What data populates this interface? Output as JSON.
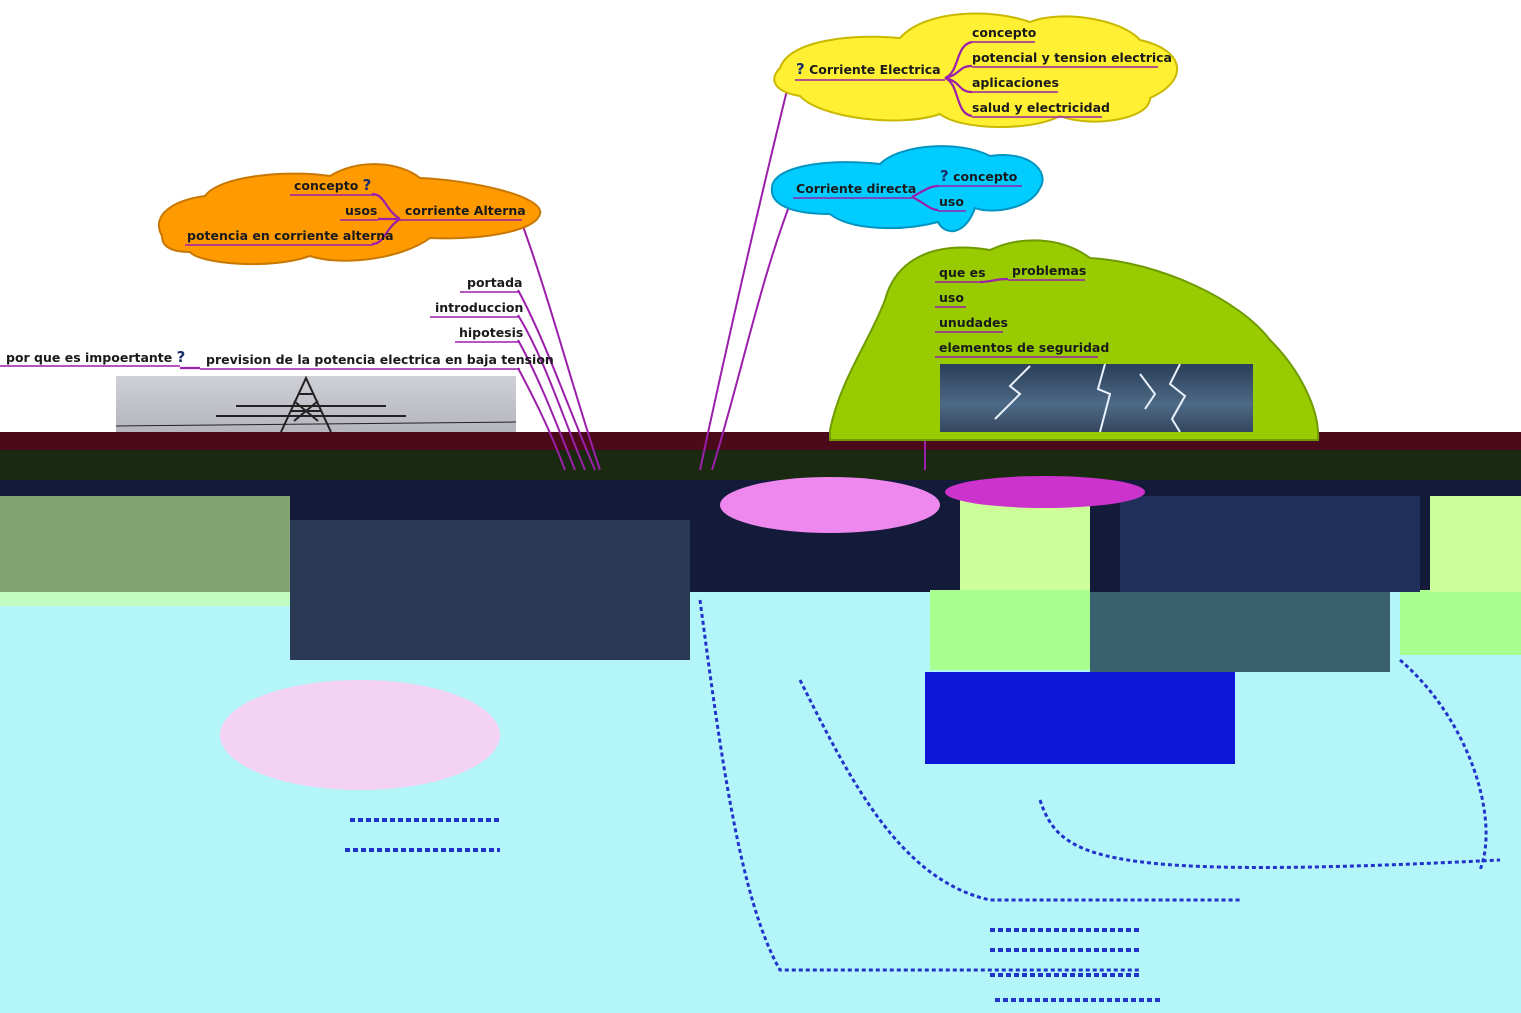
{
  "map": {
    "electric": {
      "title": "Corriente  Electrica",
      "children": [
        "concepto",
        "potencial y tension electrica",
        "aplicaciones",
        "salud y electricidad"
      ]
    },
    "direct": {
      "title": "Corriente directa",
      "children": [
        "concepto",
        "uso"
      ]
    },
    "alternating": {
      "title": "corriente Alterna",
      "children": [
        "concepto",
        "usos",
        "potencia en corriente alterna"
      ]
    },
    "green": {
      "children": [
        "que es",
        "uso",
        "unudades",
        "elementos de seguridad"
      ],
      "sub": "problemas"
    },
    "left_topics": [
      "portada",
      "introduccion",
      "hipotesis",
      "prevision de la potencia electrica en baja tension"
    ],
    "far_left": "por que es impoertante"
  },
  "colors": {
    "electric": "#fff033",
    "direct": "#00ccff",
    "alternating": "#ff9a00",
    "green": "#99cc00",
    "connector": "#9b1faa",
    "glitch_cyan": "#b4f5fa"
  },
  "icons": {
    "question": "question-mark-icon",
    "tower_photo": "power-tower-photo",
    "lightning_photo": "lightning-photo"
  }
}
